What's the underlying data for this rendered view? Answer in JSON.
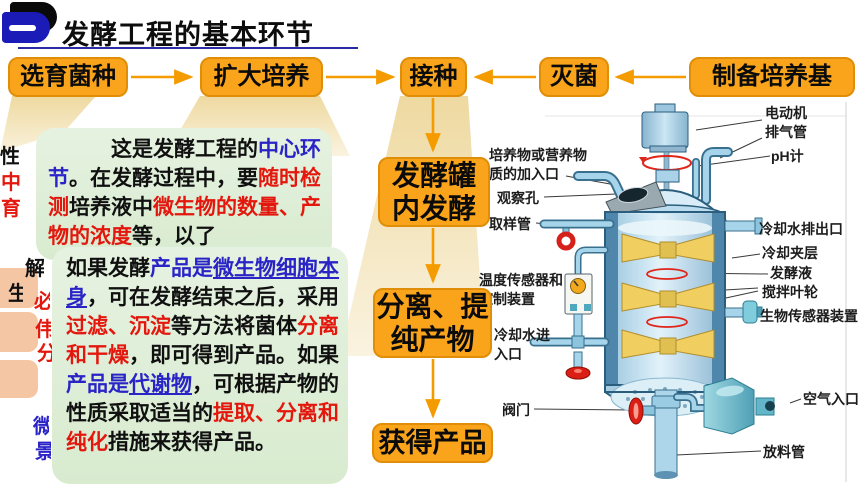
{
  "header": {
    "badge": "一",
    "title": "发酵工程的基本环节"
  },
  "flow": {
    "top": [
      "选育菌种",
      "扩大培养",
      "接种",
      "灭菌",
      "制备培养基"
    ],
    "mid": [
      "发酵罐\n内发酵",
      "分离、提\n纯产物",
      "获得产品"
    ]
  },
  "bubble1": {
    "segments": [
      {
        "t": "这是发酵工程的",
        "c": "k"
      },
      {
        "t": "中心环节",
        "c": "b"
      },
      {
        "t": "。在发酵过程中，要",
        "c": "k"
      },
      {
        "t": "随时检测",
        "c": "r"
      },
      {
        "t": "培养液中",
        "c": "k"
      },
      {
        "t": "微生物的数量、产物的浓度",
        "c": "r"
      },
      {
        "t": "等，以了",
        "c": "k"
      }
    ]
  },
  "bubble2": {
    "segments": [
      {
        "t": "如果发酵",
        "c": "k"
      },
      {
        "t": "产品是",
        "c": "b"
      },
      {
        "t": "微生物细胞本身",
        "c": "bu"
      },
      {
        "t": "，可在发酵结束之后，采用",
        "c": "k"
      },
      {
        "t": "过滤、沉淀",
        "c": "r"
      },
      {
        "t": "等方法将菌体",
        "c": "k"
      },
      {
        "t": "分离和干燥",
        "c": "r"
      },
      {
        "t": "，即可得到产品。如果",
        "c": "k"
      },
      {
        "t": "产品是",
        "c": "b"
      },
      {
        "t": "代谢物",
        "c": "bu"
      },
      {
        "t": "，可根据产物的性质采取适当的",
        "c": "k"
      },
      {
        "t": "提取、分离和纯化",
        "c": "r"
      },
      {
        "t": "措施来获得产品。",
        "c": "k"
      }
    ]
  },
  "fragments": [
    {
      "ch": "性",
      "c": "k"
    },
    {
      "ch": "中",
      "c": "r"
    },
    {
      "ch": "育",
      "c": "r"
    },
    {
      "ch": "生",
      "c": "k"
    },
    {
      "ch": "必",
      "c": "r"
    },
    {
      "ch": "伟",
      "c": "r"
    },
    {
      "ch": "分",
      "c": "r"
    },
    {
      "ch": "解",
      "c": "k"
    },
    {
      "ch": "微",
      "c": "b"
    },
    {
      "ch": "景",
      "c": "b"
    }
  ],
  "diagram": {
    "labels_left": [
      "培养物或营养物\n质的加入口",
      "观察孔",
      "取样管",
      "温度传感器和\n控制装置",
      "冷却水进\n入口",
      "阀门"
    ],
    "labels_right": [
      "电动机",
      "排气管",
      "pH计",
      "冷却水排出口",
      "冷却夹层",
      "发酵液",
      "搅拌叶轮",
      "生物传感器装置",
      "空气入口",
      "放料管"
    ]
  },
  "colors": {
    "accent_orange": "#f9a41b",
    "arrow_orange": "#f49b00",
    "bubble_green": "#e2f0dc",
    "text_red": "#e3170d",
    "text_blue": "#2a24c7",
    "badge_blue": "#1b1bb8",
    "salmon_stub": "#f5c6a4"
  }
}
